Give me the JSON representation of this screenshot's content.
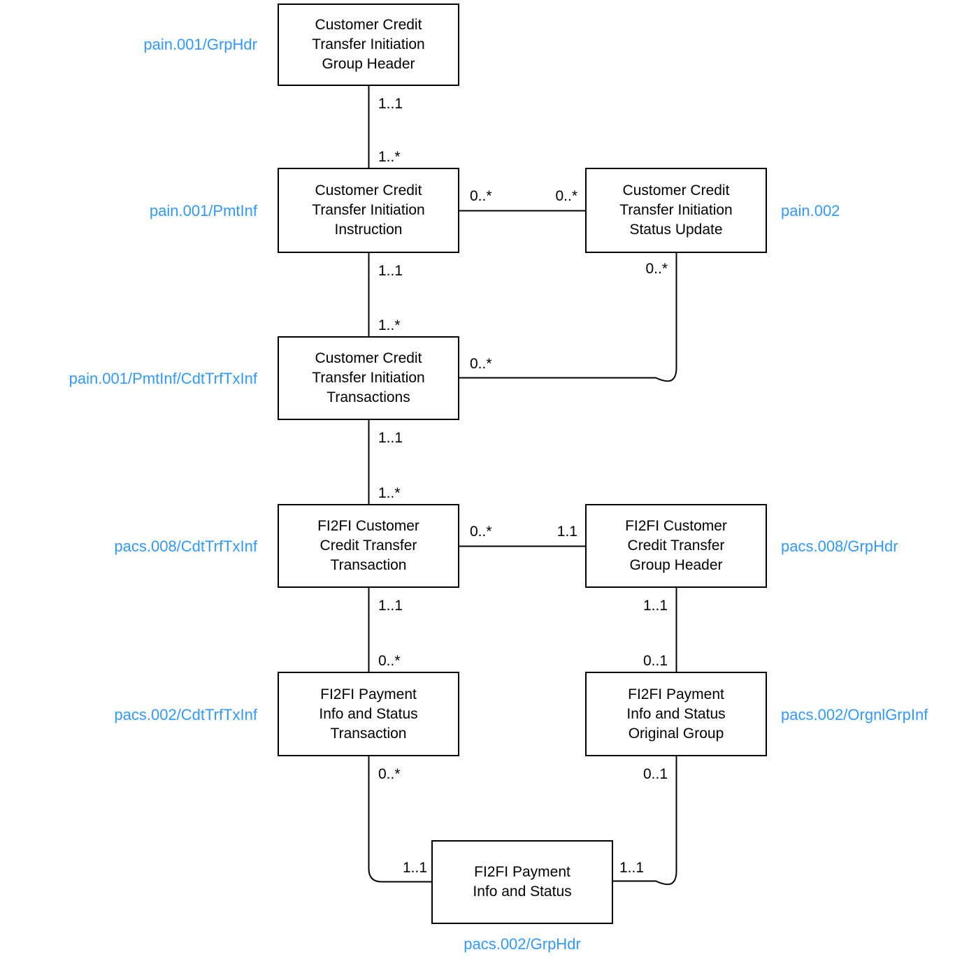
{
  "diagram": {
    "colors": {
      "background": "#ffffff",
      "line": "#000000",
      "reference_label": "#3399ff",
      "node_border": "#000000",
      "node_text": "#000000"
    },
    "nodes": [
      {
        "id": "customer-credit-transfer-initiation-group-header",
        "title": "Customer Credit\nTransfer Initiation\nGroup Header",
        "label": "pain.001/GrpHdr",
        "label_side": "left"
      },
      {
        "id": "customer-credit-transfer-initiation-instruction",
        "title": "Customer Credit\nTransfer Initiation\nInstruction",
        "label": "pain.001/PmtInf",
        "label_side": "left"
      },
      {
        "id": "customer-credit-transfer-initiation-status-update",
        "title": "Customer Credit\nTransfer Initiation\nStatus Update",
        "label": "pain.002",
        "label_side": "right"
      },
      {
        "id": "customer-credit-transfer-initiation-transactions",
        "title": "Customer Credit\nTransfer Initiation\nTransactions",
        "label": "pain.001/PmtInf/CdtTrfTxInf",
        "label_side": "left"
      },
      {
        "id": "fi2fi-customer-credit-transfer-transaction",
        "title": "FI2FI Customer\nCredit Transfer\nTransaction",
        "label": "pacs.008/CdtTrfTxInf",
        "label_side": "left"
      },
      {
        "id": "fi2fi-customer-credit-transfer-group-header",
        "title": "FI2FI Customer\nCredit Transfer\nGroup Header",
        "label": "pacs.008/GrpHdr",
        "label_side": "right"
      },
      {
        "id": "fi2fi-payment-info-and-status-transaction",
        "title": "FI2FI Payment\nInfo and Status\nTransaction",
        "label": "pacs.002/CdtTrfTxInf",
        "label_side": "left"
      },
      {
        "id": "fi2fi-payment-info-and-status-original-group",
        "title": "FI2FI Payment\nInfo and Status\nOriginal Group",
        "label": "pacs.002/OrgnlGrpInf",
        "label_side": "right"
      },
      {
        "id": "fi2fi-payment-info-and-status",
        "title": "FI2FI Payment\nInfo and Status",
        "label": "pacs.002/GrpHdr",
        "label_side": "bottom"
      }
    ],
    "cardinalities": [
      {
        "text": "1..1"
      },
      {
        "text": "1..*"
      },
      {
        "text": "0..*"
      },
      {
        "text": "0..*"
      },
      {
        "text": "1..1"
      },
      {
        "text": "1..*"
      },
      {
        "text": "0..*"
      },
      {
        "text": "0..*"
      },
      {
        "text": "1..1"
      },
      {
        "text": "1..*"
      },
      {
        "text": "0..*"
      },
      {
        "text": "1.1"
      },
      {
        "text": "1..1"
      },
      {
        "text": "0..*"
      },
      {
        "text": "1..1"
      },
      {
        "text": "0..1"
      },
      {
        "text": "0..*"
      },
      {
        "text": "0..1"
      },
      {
        "text": "1..1"
      },
      {
        "text": "1..1"
      }
    ]
  }
}
